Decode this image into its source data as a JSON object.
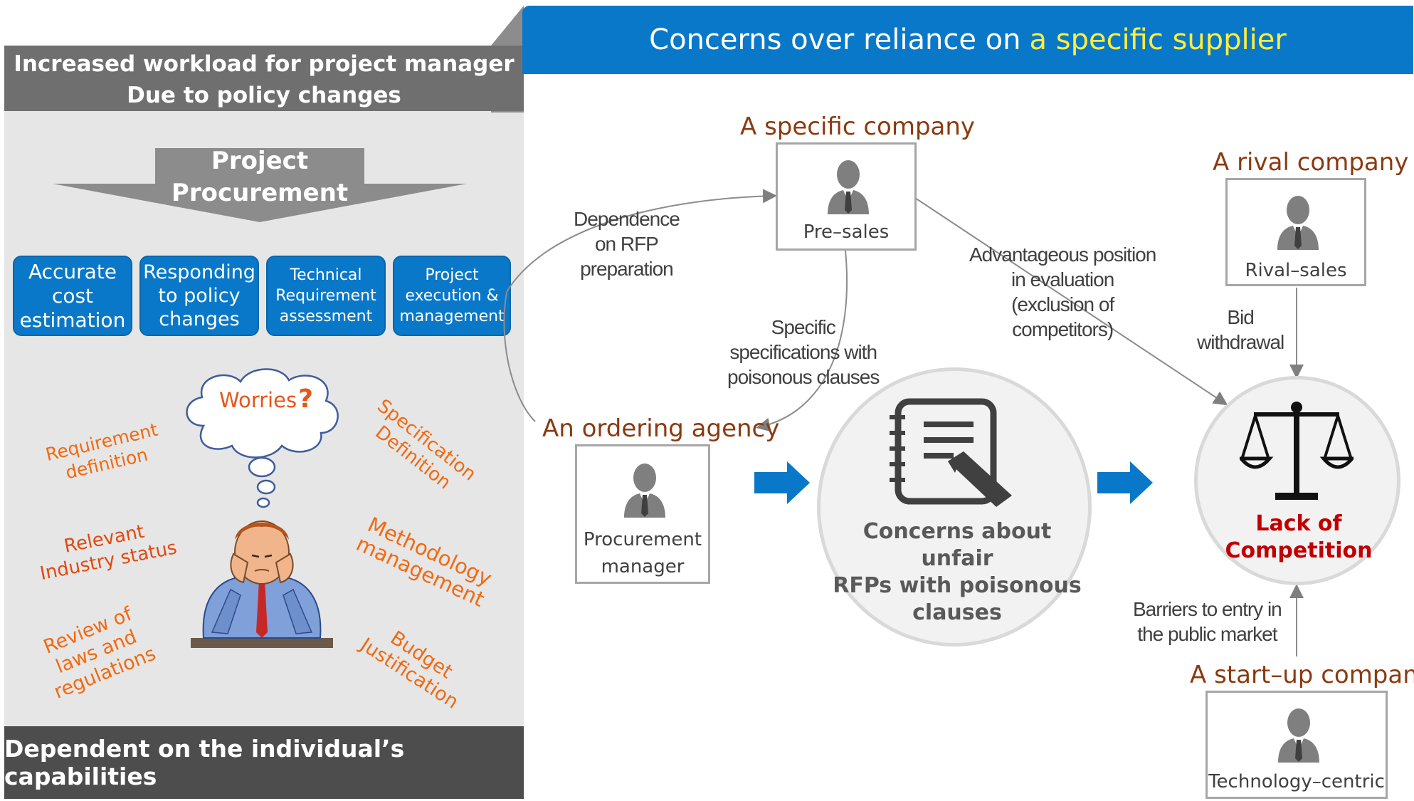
{
  "left": {
    "header_line1": "Increased workload for project manager",
    "header_line2": "Due to policy changes",
    "procurement_line1": "Project",
    "procurement_line2": "Procurement",
    "tasks": [
      {
        "lines": [
          "Accurate",
          "cost",
          "estimation"
        ]
      },
      {
        "lines": [
          "Responding",
          "to policy",
          "changes"
        ]
      },
      {
        "lines": [
          "Technical",
          "Requirement",
          "assessment"
        ]
      },
      {
        "lines": [
          "Project",
          "execution &",
          "management"
        ]
      }
    ],
    "worries_label": "Worries",
    "worries_mark": "?",
    "worry_items": {
      "requirement": [
        "Requirement",
        "definition"
      ],
      "specification": [
        "Specification",
        "Definition"
      ],
      "industry": [
        "Relevant",
        "Industry status"
      ],
      "methodology": [
        "Methodology",
        "management"
      ],
      "laws": [
        "Review of",
        "laws and",
        "regulations"
      ],
      "budget": [
        "Budget",
        "Justification"
      ]
    },
    "footer": "Dependent on the individual’s capabilities"
  },
  "right": {
    "banner_text": "Concerns over reliance on",
    "banner_highlight": "a specific supplier",
    "specific_company": "A specific company",
    "presales_label": "Pre–sales",
    "rival_company": "A rival company",
    "rival_label": "Rival–sales",
    "ordering_agency": "An ordering agency",
    "procurement_manager": [
      "Procurement",
      "manager"
    ],
    "startup_company": "A start–up company",
    "tech_label": "Technology–centric",
    "edges": {
      "dependence": [
        "Dependence",
        "on RFP",
        "preparation"
      ],
      "specific_specs": [
        "Specific",
        "specifications with",
        "poisonous clauses"
      ],
      "advantageous": [
        "Advantageous position",
        "in evaluation",
        "(exclusion of",
        "competitors)"
      ],
      "bid_withdrawal": [
        "Bid",
        "withdrawal"
      ],
      "barriers": [
        "Barriers to entry in",
        "the public market"
      ]
    },
    "concerns": [
      "Concerns about unfair",
      "RFPs with poisonous",
      "clauses"
    ],
    "lack": [
      "Lack of",
      "Competition"
    ]
  },
  "colors": {
    "blue": "#0a78c8",
    "dark_gray": "#4d4d4d",
    "orange": "#f06a12",
    "brown": "#8b3a10",
    "red": "#c00000",
    "yellow": "#ffee3a"
  },
  "icons": [
    "person-icon",
    "document-pen-icon",
    "scales-icon",
    "right-arrow-icon",
    "thought-cloud-icon",
    "stressed-man-icon"
  ]
}
